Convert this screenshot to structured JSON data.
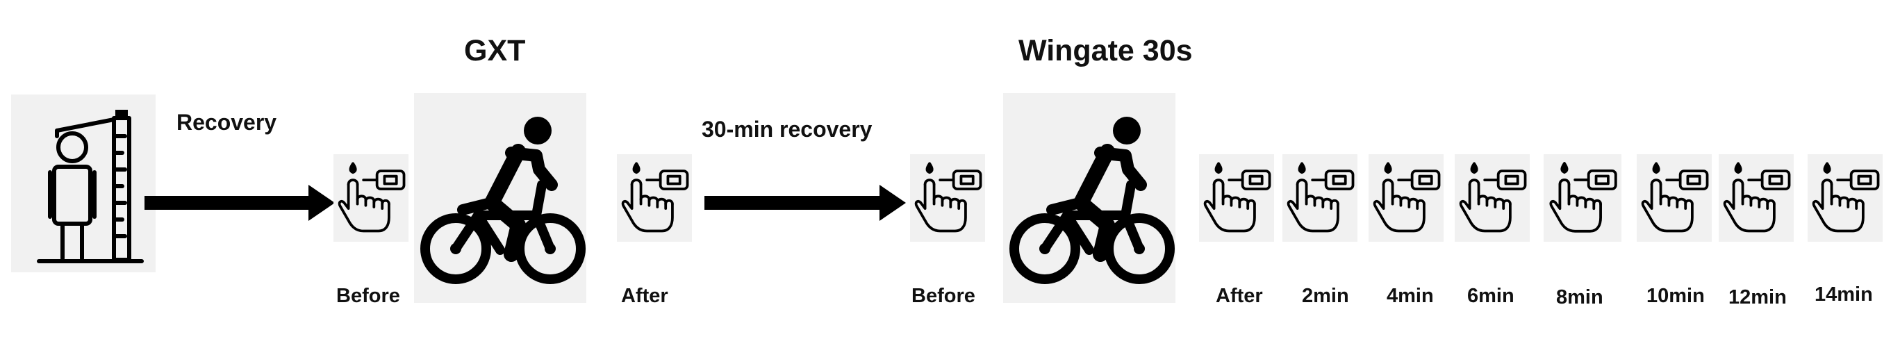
{
  "titles": {
    "gxt": "GXT",
    "wingate": "Wingate 30s"
  },
  "arrows": {
    "first": "Recovery",
    "second": "30-min recovery"
  },
  "captions": {
    "before1": "Before",
    "after1": "After",
    "before2": "Before",
    "after2": "After",
    "m2": "2min",
    "m4": "4min",
    "m6": "6min",
    "m8": "8min",
    "m10": "10min",
    "m12": "12min",
    "m14": "14min"
  },
  "colors": {
    "ink": "#000000",
    "panel": "#f1f1f1"
  },
  "icons": {
    "measure": "height-measurement-icon",
    "finger": "finger-blood-sample-icon",
    "cyclist": "cyclist-icon",
    "arrow": "right-arrow-icon"
  }
}
